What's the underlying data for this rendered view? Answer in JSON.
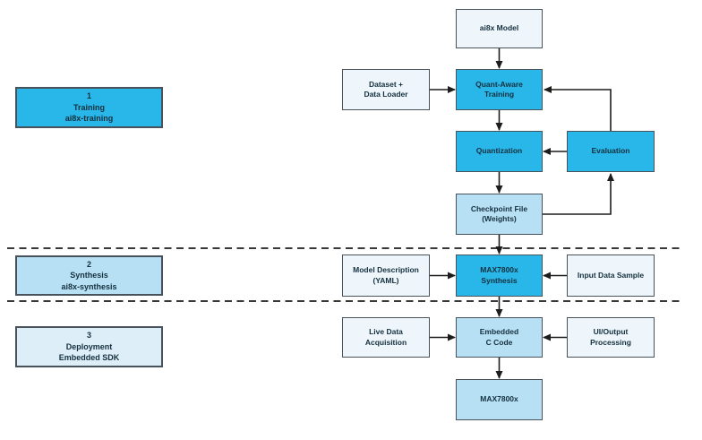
{
  "colors": {
    "cyan": "#29b6e8",
    "light_blue": "#b8e0f4",
    "pale_blue": "#ddeef9",
    "near_white": "#eef5fb",
    "border": "#47525b",
    "text": "#14303e",
    "line": "#1d1d1b"
  },
  "stages": [
    {
      "number": "1",
      "title": "Training",
      "subtitle": "ai8x-training"
    },
    {
      "number": "2",
      "title": "Synthesis",
      "subtitle": "ai8x-synthesis"
    },
    {
      "number": "3",
      "title": "Deployment",
      "subtitle": "Embedded SDK"
    }
  ],
  "flow": {
    "ai8x_model": "ai8x Model",
    "dataset_loader": "Dataset +\nData Loader",
    "quant_aware": "Quant-Aware\nTraining",
    "quantization": "Quantization",
    "evaluation": "Evaluation",
    "checkpoint": "Checkpoint File\n(Weights)",
    "model_description": "Model Description\n(YAML)",
    "max_synthesis": "MAX7800x\nSynthesis",
    "input_data_sample": "Input Data Sample",
    "live_data": "Live Data\nAcquisition",
    "embedded_c": "Embedded\nC Code",
    "ui_output": "UI/Output\nProcessing",
    "max7800x": "MAX7800x"
  }
}
